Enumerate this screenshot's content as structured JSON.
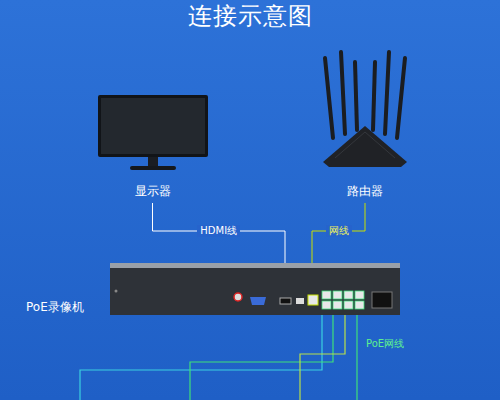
{
  "diagram": {
    "title": "连接示意图",
    "nodes": [
      {
        "text": [
          "显示器"
        ]
      },
      {
        "text": [
          "路由器"
        ]
      },
      {
        "text": [
          "PoE录像机"
        ]
      }
    ],
    "edges": [
      {
        "from": 0,
        "to": 2,
        "arrow": "none",
        "label": "HDMI线"
      },
      {
        "from": 1,
        "to": 2,
        "arrow": "none",
        "label": "网线"
      }
    ],
    "labels": [
      "PoE网线"
    ]
  }
}
